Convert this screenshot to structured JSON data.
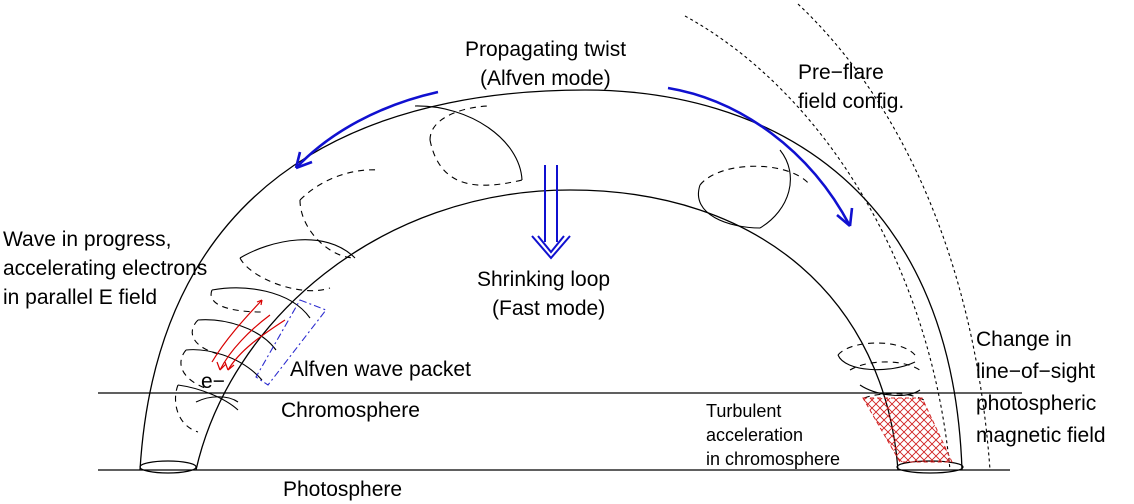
{
  "colors": {
    "ink": "#000000",
    "arrow_blue": "#1010d0",
    "electron_red": "#d80000",
    "packet_blue": "#2c2ccf",
    "hatch_red": "#d02020"
  },
  "labels": {
    "twist_line1": "Propagating twist",
    "twist_line2": "(Alfven mode)",
    "preflare_line1": "Pre−flare",
    "preflare_line2": "field config.",
    "wave_line1": "Wave in progress,",
    "wave_line2": "accelerating electrons",
    "wave_line3": "in parallel E field",
    "shrinking_line1": "Shrinking loop",
    "shrinking_line2": "(Fast mode)",
    "electron": "e−",
    "alfven_packet": "Alfven wave packet",
    "chromosphere": "Chromosphere",
    "photosphere": "Photosphere",
    "turbulent_line1": "Turbulent",
    "turbulent_line2": "acceleration",
    "turbulent_line3": "in chromosphere",
    "change_line1": "Change in",
    "change_line2": "line−of−sight",
    "change_line3": "photospheric",
    "change_line4": "magnetic field"
  }
}
